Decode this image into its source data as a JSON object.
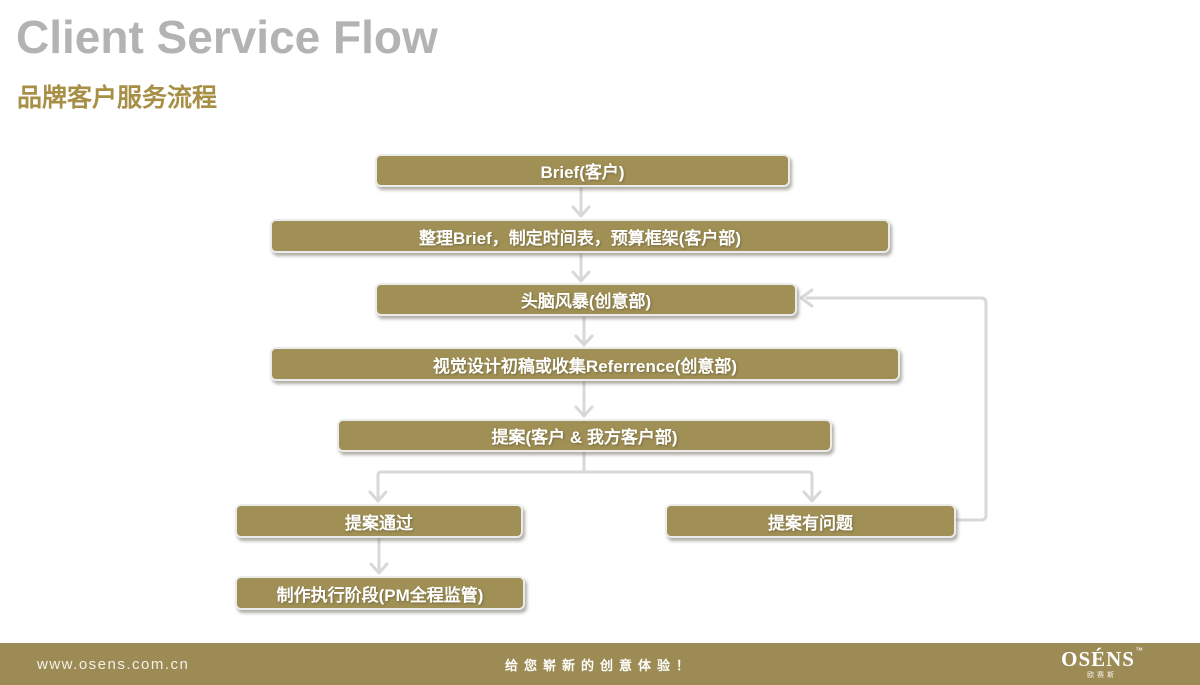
{
  "page": {
    "title": "Client Service Flow",
    "subtitle": "品牌客户服务流程"
  },
  "flow": {
    "steps": [
      {
        "id": "brief",
        "label": "Brief(客户)"
      },
      {
        "id": "organize-brief",
        "label": "整理Brief，制定时间表，预算框架(客户部)"
      },
      {
        "id": "brainstorm",
        "label": "头脑风暴(创意部)"
      },
      {
        "id": "visual-draft",
        "label": "视觉设计初稿或收集Referrence(创意部)"
      },
      {
        "id": "proposal",
        "label": "提案(客户 & 我方客户部)"
      },
      {
        "id": "proposal-passed",
        "label": "提案通过"
      },
      {
        "id": "proposal-issues",
        "label": "提案有问题"
      },
      {
        "id": "production",
        "label": "制作执行阶段(PM全程监管)"
      }
    ],
    "edges": [
      {
        "from": "brief",
        "to": "organize-brief"
      },
      {
        "from": "organize-brief",
        "to": "brainstorm"
      },
      {
        "from": "brainstorm",
        "to": "visual-draft"
      },
      {
        "from": "visual-draft",
        "to": "proposal"
      },
      {
        "from": "proposal",
        "to": "proposal-passed"
      },
      {
        "from": "proposal",
        "to": "proposal-issues"
      },
      {
        "from": "proposal-passed",
        "to": "production"
      },
      {
        "from": "proposal-issues",
        "to": "brainstorm",
        "type": "feedback-loop"
      }
    ]
  },
  "footer": {
    "website": "www.osens.com.cn",
    "slogan": "给您崭新的创意体验！",
    "logo": "OSÉNS",
    "logo_tm": "™",
    "logo_subtext": "欧赛斯"
  },
  "colors": {
    "box_fill": "#a09055",
    "title_gray": "#b3b3b3",
    "accent_gold": "#a78f46",
    "connector_gray": "#d8d8d8",
    "footer_bg": "#9c8b55",
    "box_text": "#ffffff"
  }
}
